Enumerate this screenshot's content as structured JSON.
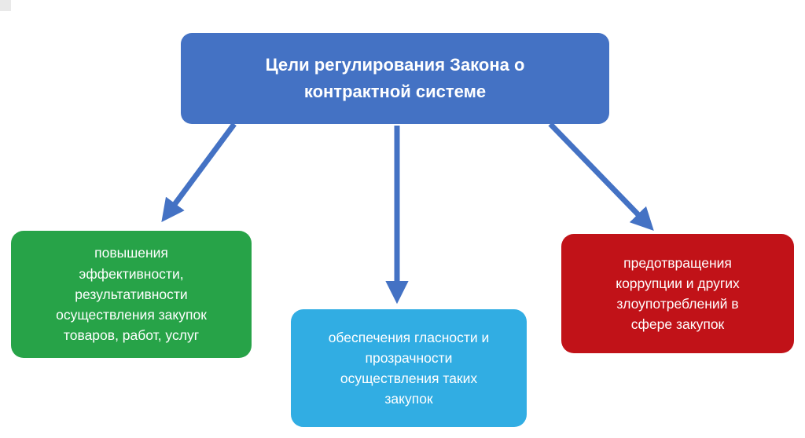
{
  "diagram": {
    "root": {
      "label": "Цели регулирования Закона о контрактной системе",
      "color": "#4472c4"
    },
    "arrow_color": "#4472c4",
    "children": [
      {
        "id": "efficiency",
        "label": "повышения эффективности, результативности осуществления закупок товаров, работ, услуг",
        "color": "#27a348"
      },
      {
        "id": "transparency",
        "label": "обеспечения гласности и прозрачности осуществления таких закупок",
        "color": "#31ade3"
      },
      {
        "id": "anticorruption",
        "label": "предотвращения коррупции и других злоупотреблений в сфере закупок",
        "color": "#c11218"
      }
    ]
  }
}
